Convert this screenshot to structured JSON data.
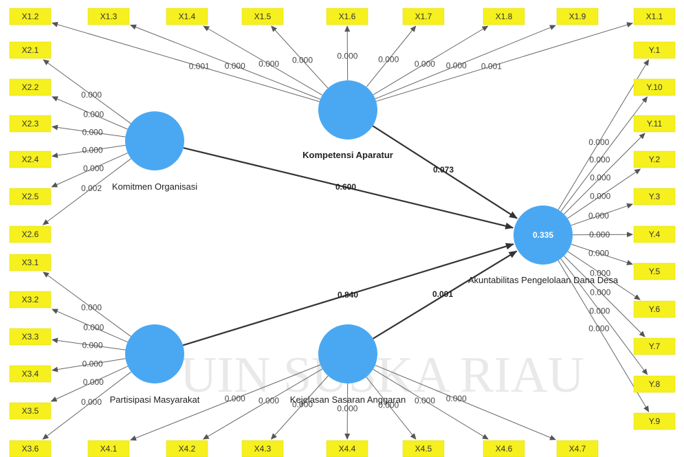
{
  "watermark": "UIN SUSKA RIAU",
  "constructs": {
    "kompetensi": {
      "name": "Kompetensi Aparatur"
    },
    "komitmen": {
      "name": "Komitmen Organisasi"
    },
    "partisipasi": {
      "name": "Partisipasi Masyarakat"
    },
    "kejelasan": {
      "name": "Kejelasan Sasaran Anggaran"
    },
    "akuntabilitas": {
      "name": "Akuntabilitas Pengelolaan Dana Desa",
      "r_square": "0.335"
    }
  },
  "indicators": {
    "x1": [
      {
        "label": "X1.2",
        "value": "0.001"
      },
      {
        "label": "X1.3",
        "value": "0.000"
      },
      {
        "label": "X1.4",
        "value": "0.000"
      },
      {
        "label": "X1.5",
        "value": "0.000"
      },
      {
        "label": "X1.6",
        "value": "0.000"
      },
      {
        "label": "X1.7",
        "value": "0.000"
      },
      {
        "label": "X1.8",
        "value": "0.000"
      },
      {
        "label": "X1.9",
        "value": "0.000"
      },
      {
        "label": "X1.1",
        "value": "0.001"
      }
    ],
    "x2": [
      {
        "label": "X2.1",
        "value": "0.000"
      },
      {
        "label": "X2.2",
        "value": "0.000"
      },
      {
        "label": "X2.3",
        "value": "0.000"
      },
      {
        "label": "X2.4",
        "value": "0.000"
      },
      {
        "label": "X2.5",
        "value": "0.000"
      },
      {
        "label": "X2.6",
        "value": "0.002"
      }
    ],
    "x3": [
      {
        "label": "X3.1",
        "value": "0.000"
      },
      {
        "label": "X3.2",
        "value": "0.000"
      },
      {
        "label": "X3.3",
        "value": "0.000"
      },
      {
        "label": "X3.4",
        "value": "0.000"
      },
      {
        "label": "X3.5",
        "value": "0.000"
      },
      {
        "label": "X3.6",
        "value": "0.000"
      }
    ],
    "x4": [
      {
        "label": "X4.1",
        "value": "0.000"
      },
      {
        "label": "X4.2",
        "value": "0.000"
      },
      {
        "label": "X4.3",
        "value": "0.000"
      },
      {
        "label": "X4.4",
        "value": "0.000"
      },
      {
        "label": "X4.5",
        "value": "0.000"
      },
      {
        "label": "X4.6",
        "value": "0.000"
      },
      {
        "label": "X4.7",
        "value": "0.000"
      }
    ],
    "y": [
      {
        "label": "Y.1",
        "value": "0.000"
      },
      {
        "label": "Y.10",
        "value": "0.000"
      },
      {
        "label": "Y.11",
        "value": "0.000"
      },
      {
        "label": "Y.2",
        "value": "0.000"
      },
      {
        "label": "Y.3",
        "value": "0.000"
      },
      {
        "label": "Y.4",
        "value": "0.000"
      },
      {
        "label": "Y.5",
        "value": "0.000"
      },
      {
        "label": "Y.6",
        "value": "0.000"
      },
      {
        "label": "Y.7",
        "value": "0.000"
      },
      {
        "label": "Y.8",
        "value": "0.000"
      },
      {
        "label": "Y.9",
        "value": "0.000"
      }
    ]
  },
  "paths": {
    "kompetensi_to_akuntabilitas": "0.073",
    "komitmen_to_akuntabilitas": "0.600",
    "partisipasi_to_akuntabilitas": "0.840",
    "kejelasan_to_akuntabilitas": "0.001"
  },
  "colors": {
    "construct_fill": "#4aa8f2",
    "indicator_fill": "#f5f01e",
    "arrow": "#555555",
    "path_arrow": "#333333"
  }
}
